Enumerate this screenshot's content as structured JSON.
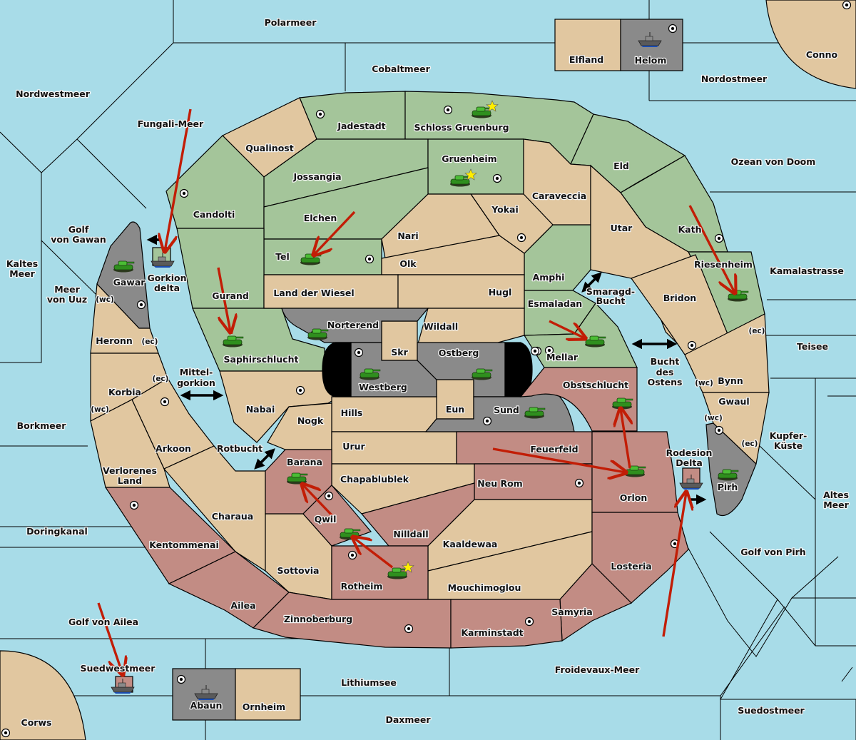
{
  "map_title": "Diplomacy variant map",
  "colors": {
    "sea": "#a8dce8",
    "neutral": "#e1c7a0",
    "green_power": "#a4c59a",
    "red_power": "#c28c84",
    "grey_power": "#8a8a8a",
    "order_arrow": "#c21d06",
    "supply_star": "#ffee00"
  },
  "sea_labels": [
    {
      "id": "polarmeer",
      "name": "Polarmeer"
    },
    {
      "id": "cobaltmeer",
      "name": "Cobaltmeer"
    },
    {
      "id": "nordwestmeer",
      "name": "Nordwestmeer"
    },
    {
      "id": "nordostmeer",
      "name": "Nordostmeer"
    },
    {
      "id": "fungali-meer",
      "name": "Fungali-Meer"
    },
    {
      "id": "ozean-von-doom",
      "name": "Ozean von Doom"
    },
    {
      "id": "golf-von-gawan",
      "name": "Golf von Gawan"
    },
    {
      "id": "kaltes-meer",
      "name": "Kaltes Meer"
    },
    {
      "id": "meer-von-uuz",
      "name": "Meer von Uuz"
    },
    {
      "id": "kamalastrasse",
      "name": "Kamalastrasse"
    },
    {
      "id": "smaragd-bucht",
      "name": "Smaragd-Bucht"
    },
    {
      "id": "teisee",
      "name": "Teisee"
    },
    {
      "id": "bucht-des-ostens",
      "name": "Bucht des Ostens"
    },
    {
      "id": "mittel-gorkion",
      "name": "Mittel-gorkion"
    },
    {
      "id": "borkmeer",
      "name": "Borkmeer"
    },
    {
      "id": "kupfer-kueste",
      "name": "Kupfer-Küste"
    },
    {
      "id": "rotbucht",
      "name": "Rotbucht"
    },
    {
      "id": "altes-meer",
      "name": "Altes Meer"
    },
    {
      "id": "doringkanal",
      "name": "Doringkanal"
    },
    {
      "id": "golf-von-pirh",
      "name": "Golf von Pirh"
    },
    {
      "id": "golf-von-ailea",
      "name": "Golf von Ailea"
    },
    {
      "id": "suedwestmeer",
      "name": "Suedwestmeer"
    },
    {
      "id": "froidevaux-meer",
      "name": "Froidevaux-Meer"
    },
    {
      "id": "lithiumsee",
      "name": "Lithiumsee"
    },
    {
      "id": "daxmeer",
      "name": "Daxmeer"
    },
    {
      "id": "suedostmeer",
      "name": "Suedostmeer"
    },
    {
      "id": "gorkion-delta",
      "name": "Gorkion delta"
    },
    {
      "id": "rodesion-delta",
      "name": "Rodesion Delta"
    }
  ],
  "land_labels": [
    {
      "id": "elfland",
      "name": "Elfland",
      "owner": "neutral"
    },
    {
      "id": "helom",
      "name": "Helom",
      "owner": "grey"
    },
    {
      "id": "conno",
      "name": "Conno",
      "owner": "neutral"
    },
    {
      "id": "jadestadt",
      "name": "Jadestadt",
      "owner": "green"
    },
    {
      "id": "schloss-gruenburg",
      "name": "Schloss Gruenburg",
      "owner": "green"
    },
    {
      "id": "qualinost",
      "name": "Qualinost",
      "owner": "neutral"
    },
    {
      "id": "gruenheim",
      "name": "Gruenheim",
      "owner": "green"
    },
    {
      "id": "eld",
      "name": "Eld",
      "owner": "green"
    },
    {
      "id": "jossangia",
      "name": "Jossangia",
      "owner": "green"
    },
    {
      "id": "caraveccia",
      "name": "Caraveccia",
      "owner": "neutral"
    },
    {
      "id": "candolti",
      "name": "Candolti",
      "owner": "green"
    },
    {
      "id": "yokai",
      "name": "Yokai",
      "owner": "neutral"
    },
    {
      "id": "elchen",
      "name": "Elchen",
      "owner": "green"
    },
    {
      "id": "utar",
      "name": "Utar",
      "owner": "neutral"
    },
    {
      "id": "kath",
      "name": "Kath",
      "owner": "green"
    },
    {
      "id": "nari",
      "name": "Nari",
      "owner": "neutral"
    },
    {
      "id": "tel",
      "name": "Tel",
      "owner": "green"
    },
    {
      "id": "olk",
      "name": "Olk",
      "owner": "neutral"
    },
    {
      "id": "riesenheim",
      "name": "Riesenheim",
      "owner": "green"
    },
    {
      "id": "gawar",
      "name": "Gawar",
      "owner": "grey"
    },
    {
      "id": "amphi",
      "name": "Amphi",
      "owner": "green"
    },
    {
      "id": "land-der-wiesel",
      "name": "Land der Wiesel",
      "owner": "neutral"
    },
    {
      "id": "hugl",
      "name": "Hugl",
      "owner": "neutral"
    },
    {
      "id": "gurand",
      "name": "Gurand",
      "owner": "green"
    },
    {
      "id": "bridon",
      "name": "Bridon",
      "owner": "neutral"
    },
    {
      "id": "esmaladan",
      "name": "Esmaladan",
      "owner": "green"
    },
    {
      "id": "norterend",
      "name": "Norterend",
      "owner": "grey"
    },
    {
      "id": "wildall",
      "name": "Wildall",
      "owner": "neutral"
    },
    {
      "id": "heronn",
      "name": "Heronn",
      "owner": "neutral"
    },
    {
      "id": "skr",
      "name": "Skr",
      "owner": "neutral"
    },
    {
      "id": "ostberg",
      "name": "Ostberg",
      "owner": "grey"
    },
    {
      "id": "mellar",
      "name": "Mellar",
      "owner": "green"
    },
    {
      "id": "saphirschlucht",
      "name": "Saphirschlucht",
      "owner": "green"
    },
    {
      "id": "westberg",
      "name": "Westberg",
      "owner": "grey"
    },
    {
      "id": "bynn",
      "name": "Bynn",
      "owner": "neutral"
    },
    {
      "id": "obstschlucht",
      "name": "Obstschlucht",
      "owner": "red"
    },
    {
      "id": "korbia",
      "name": "Korbia",
      "owner": "neutral"
    },
    {
      "id": "nabai",
      "name": "Nabai",
      "owner": "neutral"
    },
    {
      "id": "gwaul",
      "name": "Gwaul",
      "owner": "neutral"
    },
    {
      "id": "eun",
      "name": "Eun",
      "owner": "neutral"
    },
    {
      "id": "sund",
      "name": "Sund",
      "owner": "grey"
    },
    {
      "id": "hills",
      "name": "Hills",
      "owner": "neutral"
    },
    {
      "id": "nogk",
      "name": "Nogk",
      "owner": "neutral"
    },
    {
      "id": "urur",
      "name": "Urur",
      "owner": "neutral"
    },
    {
      "id": "arkoon",
      "name": "Arkoon",
      "owner": "neutral"
    },
    {
      "id": "feuerfeld",
      "name": "Feuerfeld",
      "owner": "red"
    },
    {
      "id": "barana",
      "name": "Barana",
      "owner": "red"
    },
    {
      "id": "chapablublek",
      "name": "Chapablublek",
      "owner": "neutral"
    },
    {
      "id": "verlorenes-land",
      "name": "Verlorenes Land",
      "owner": "neutral"
    },
    {
      "id": "neu-rom",
      "name": "Neu Rom",
      "owner": "red"
    },
    {
      "id": "pirh",
      "name": "Pirh",
      "owner": "grey"
    },
    {
      "id": "orlon",
      "name": "Orlon",
      "owner": "red"
    },
    {
      "id": "charaua",
      "name": "Charaua",
      "owner": "neutral"
    },
    {
      "id": "qwil",
      "name": "Qwil",
      "owner": "red"
    },
    {
      "id": "nilldall",
      "name": "Nilldall",
      "owner": "red"
    },
    {
      "id": "kentommenai",
      "name": "Kentommenai",
      "owner": "red"
    },
    {
      "id": "kaaldewaa",
      "name": "Kaaldewaa",
      "owner": "neutral"
    },
    {
      "id": "losteria",
      "name": "Losteria",
      "owner": "red"
    },
    {
      "id": "sottovia",
      "name": "Sottovia",
      "owner": "neutral"
    },
    {
      "id": "rotheim",
      "name": "Rotheim",
      "owner": "red"
    },
    {
      "id": "mouchimoglou",
      "name": "Mouchimoglou",
      "owner": "neutral"
    },
    {
      "id": "ailea",
      "name": "Ailea",
      "owner": "red"
    },
    {
      "id": "samyria",
      "name": "Samyria",
      "owner": "red"
    },
    {
      "id": "zinnoberburg",
      "name": "Zinnoberburg",
      "owner": "red"
    },
    {
      "id": "karminstadt",
      "name": "Karminstadt",
      "owner": "red"
    },
    {
      "id": "abaun",
      "name": "Abaun",
      "owner": "grey"
    },
    {
      "id": "ornheim",
      "name": "Ornheim",
      "owner": "neutral"
    },
    {
      "id": "corws",
      "name": "Corws",
      "owner": "neutral"
    }
  ],
  "coast_labels": [
    {
      "id": "gawar-wc",
      "text": "(wc)"
    },
    {
      "id": "heronn-ec",
      "text": "(ec)"
    },
    {
      "id": "korbia-ec",
      "text": "(ec)"
    },
    {
      "id": "korbia-wc",
      "text": "(wc)"
    },
    {
      "id": "riesenheim-ec",
      "text": "(ec)"
    },
    {
      "id": "bynn-wc",
      "text": "(wc)"
    },
    {
      "id": "gwaul-wc",
      "text": "(wc)"
    },
    {
      "id": "gwaul-ec",
      "text": "(ec)"
    }
  ],
  "units": [
    {
      "type": "army",
      "province": "Schloss Gruenburg",
      "power": "green",
      "home_star": true
    },
    {
      "type": "army",
      "province": "Gruenheim",
      "power": "green",
      "home_star": true
    },
    {
      "type": "army",
      "province": "Tel",
      "power": "green"
    },
    {
      "type": "army",
      "province": "Gawar",
      "power": "green"
    },
    {
      "type": "fleet",
      "province": "Gorkion delta",
      "power": "green"
    },
    {
      "type": "army",
      "province": "Saphirschlucht",
      "power": "green"
    },
    {
      "type": "army",
      "province": "Norterend",
      "power": "green"
    },
    {
      "type": "army",
      "province": "Westberg",
      "power": "green"
    },
    {
      "type": "army",
      "province": "Ostberg",
      "power": "green"
    },
    {
      "type": "army",
      "province": "Sund",
      "power": "green"
    },
    {
      "type": "army",
      "province": "Mellar",
      "power": "green"
    },
    {
      "type": "army",
      "province": "Riesenheim",
      "power": "green"
    },
    {
      "type": "army",
      "province": "Obstschlucht",
      "power": "green"
    },
    {
      "type": "army",
      "province": "Orlon",
      "power": "green"
    },
    {
      "type": "army",
      "province": "Pirh",
      "power": "green"
    },
    {
      "type": "fleet",
      "province": "Rodesion Delta",
      "power": "red"
    },
    {
      "type": "army",
      "province": "Barana",
      "power": "green"
    },
    {
      "type": "army",
      "province": "Qwil",
      "power": "green"
    },
    {
      "type": "army",
      "province": "Rotheim",
      "power": "green",
      "home_star": true
    },
    {
      "type": "fleet",
      "province": "Helom",
      "power": "grey"
    },
    {
      "type": "fleet",
      "province": "Suedwestmeer",
      "power": "red"
    },
    {
      "type": "fleet",
      "province": "Abaun",
      "power": "grey"
    }
  ],
  "orders": [
    {
      "kind": "move",
      "from": "Fungali-Meer",
      "to": "Gorkion delta"
    },
    {
      "kind": "move",
      "from": "Elchen",
      "to": "Tel"
    },
    {
      "kind": "move",
      "from": "Gurand",
      "to": "Saphirschlucht"
    },
    {
      "kind": "move",
      "from": "Kath",
      "to": "Riesenheim"
    },
    {
      "kind": "move",
      "from": "Esmaladan",
      "to": "Mellar"
    },
    {
      "kind": "move",
      "from": "Orlon",
      "to": "Obstschlucht"
    },
    {
      "kind": "move",
      "from": "Feuerfeld",
      "to": "Orlon"
    },
    {
      "kind": "move",
      "from": "Froidevaux-Meer",
      "to": "Rodesion Delta"
    },
    {
      "kind": "move",
      "from": "Qwil",
      "to": "Barana"
    },
    {
      "kind": "move",
      "from": "Rotheim",
      "to": "Qwil"
    },
    {
      "kind": "move",
      "from": "Golf von Ailea",
      "to": "Suedwestmeer"
    }
  ],
  "connectors": [
    {
      "name": "Gorkion delta - Golf von Gawan"
    },
    {
      "name": "Mittel-gorkion"
    },
    {
      "name": "Rotbucht"
    },
    {
      "name": "Smaragd-Bucht"
    },
    {
      "name": "Bucht des Ostens"
    },
    {
      "name": "Rodesion Delta - Pirh"
    }
  ]
}
